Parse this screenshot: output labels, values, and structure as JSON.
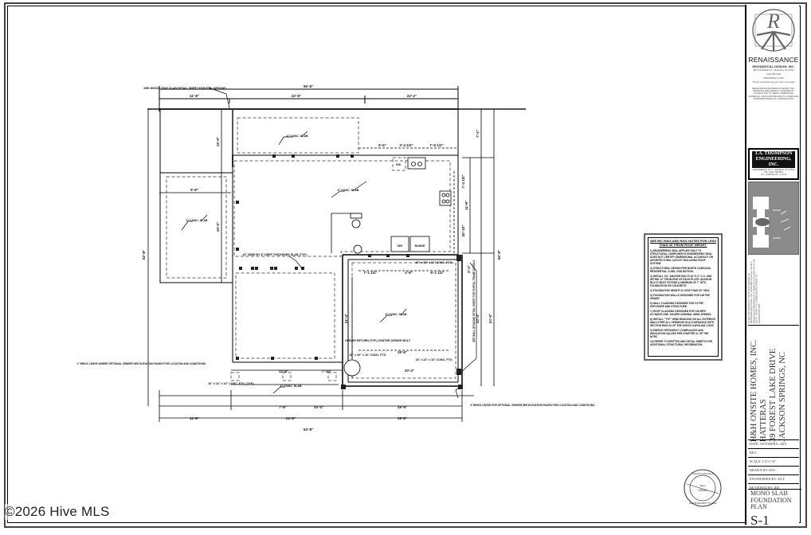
{
  "sheet": {
    "watermark": "©2026 Hive MLS",
    "scale": "SCALE: 1/4\"=1'-0\""
  },
  "title_block": {
    "firm_name": "RENAISSANCE",
    "firm_sub": "RESIDENTIAL DESIGN, INC.",
    "firm_address": "4874 OCONNOR CT. • RALEIGH, NC 27612",
    "firm_phone": "(919) 386-1198",
    "firm_web": "WWW.RRDLLC.COM",
    "firm_tagline": "\"The art of transforming your vision into reality\"",
    "firm_disclaimer": "RENAISSANCE RESIDENTIAL DESIGN, INC. DRAWINGS ARE SUBJECT TO REVIEW BY CONTRACTOR TO VERIFY DIMENSIONS, MATERIALS, AND CONFORMANCE TO CODES AND STANDARDS PRIOR TO CONSTRUCTION.",
    "engineer_name": "J.A. THOMPSON ENGINEERING, INC.",
    "engineer_address": "ENGINEERING PLLC • RALEIGH, NC 27603",
    "engineer_phone": "TEL: (919) 788-0911",
    "engineer_license": "N.C. LICENSE NO.: C-2733",
    "builder_logo": "H&H HOMES",
    "side_notes": "STEEL PROPERTIES: ASTM A615 GRADE 60 REINFORCING STEEL. ALL CONCRETE SHALL HAVE A MINIMUM COMPRESSIVE STRENGTH OF 3000 PSI AT 28 DAYS. VERIFY ALL DIMENSIONS PRIOR TO CONSTRUCTION.",
    "client": "H&H ONSITE HOMES, INC.",
    "model": "HATTERAS",
    "address": "39 FOREST LAKE DRIVE",
    "city": "JACKSON SPRINGS, NC",
    "rows": [
      "DATE: OCTOBER 8, 2019",
      "REV.:",
      "SCALE: 1/4\"=1'-0\"",
      "DRAWN BY: RJO",
      "ENGINEERED BY: WLF",
      "REVIEWED BY: JRS"
    ],
    "sheet_title": [
      "MONO SLAB",
      "FOUNDATION",
      "PLAN"
    ],
    "sheet_number": "S-1"
  },
  "notes": {
    "heading": "SEE IRC R403 AND R301 NOTES FOR LESS THAN 30' FROM ROOF HEIGHT.",
    "items": [
      "1) ENGINEERING SEAL APPLIES ONLY TO STRUCTURAL COMPONENTS ENGINEERING SEAL DOES NOT CERTIFY DIMENSIONAL ACCURACY OR ARCHITECTURAL LAYOUT INCLUDING ROOF SYSTEM.",
      "2) STRUCTURAL DESIGN PER NORTH CAROLINA RESIDENTIAL CODE, 2018 EDITION.",
      "3) INSTALL 1/2\" ANCHOR BOLTS AT 6'-0\" O.C. AND WITHIN 12\" FROM END OF EACH PLATE. ANCHOR BOLTS MUST EXTEND A MINIMUM OF 7\" INTO FOUNDATION OR CONCRETE.",
      "4) FOUNDATION HEIGHT IS LESS THAN 30\" MAX.",
      "5) FOUNDATION WALLS DESIGNED FOR 100 PSF GRADE.",
      "6) WALL CLADDING DESIGNED FOR 24 PSF EXPOSURE AND STRUCTURE.",
      "7) ROOF CLADDING DESIGNED FOR 130 MPH ULTIMATE AND 100 MPH NOMINAL WIND SPEEDS.",
      "8) INSTALL \"TYP\" WIND BRACING ON ALL EXTERIOR WALLS PER ALL OPENINGS IN ACCORDANCE WITH SECTION R602.10 OF THE NORTH CAROLINA CODE.",
      "9) ENERGY EFFICIENCY COMPLIANCE AND INSULATION VALUES PER CHAPTER 11 OF THE NCRC.",
      "10) REFER TO WRITTEN AND DETAIL SHEETS FOR ADDITIONAL STRUCTURAL INFORMATION."
    ]
  },
  "seal": {
    "state": "NORTH CAROLINA",
    "type": "PROFESSIONAL ENGINEER",
    "seal_label": "SEAL",
    "number": "038461",
    "name": "JACOB ERNEST TUTTLE"
  },
  "plan": {
    "labels": {
      "see_slab_detail": "SEE MONOLITHIC SLAB DETAIL SHEET FOR FDN. OPTIONS",
      "conc_slab": "4\" CONC. SLAB",
      "thickened_slab": "16\" WIDE BY 8\" DEEP THICKENED SLAB (TYP.)",
      "wh": "WH",
      "range": "RANGE",
      "dw": "DW",
      "ftg_30": "30\" x 30\" x 10\" CONC. FTG.",
      "ftg_24": "24\" x 24\" x 10\" CONC. FTG.",
      "ftg_typ": "16\" x 16\" x 10\" CONC. FTG. (TYP.)",
      "girder": "GIRDER RETURN (TYP.) CENTER GIRDER BOLT",
      "brick_ledge_left": "4\" BRICK LEDGE WHERE OPTIONAL VENEER SEE ELEVATION PAGES FOR LOCATION AND CONDITIONS",
      "brick_ledge_right": "4\" BRICK LEDGE FOR OPTIONAL VENEER SEE ELEVATION PAGES FOR LOCATION AND CONDITIONS",
      "wall_bracing": "SEE WALL BRACING DETAIL SHEET FOR PORTAL FRAME DETAILS"
    },
    "dimensions": {
      "overall_top": "56'-8\"",
      "top_left": "11'-8\"",
      "top_mid": "22'-8\"",
      "top_right": "22'-2\"",
      "sub_a": "5'-6\"",
      "sub_b": "3'-4 1/2\"",
      "sub_c": "7'-5 1/2\"",
      "left_wing": "9'-8\"",
      "left_overall": "52'-8\"",
      "left_upper": "15'-0\"",
      "left_mid": "15'-0\"",
      "garage_a": "7'-1 1/2\"",
      "garage_b": "3'-8\"",
      "garage_c": "6'-1 1/2\"",
      "garage_w": "19'-8\"",
      "garage_inner": "20'-2\"",
      "garage_depth": "21'-4\"",
      "right_overall": "56'-8\"",
      "right_a": "7'-4\"",
      "right_b": "11'-8\"",
      "right_c": "7'-4 1/2\"",
      "right_d": "20'-10\"",
      "right_e": "2'-4\"",
      "right_f": "24'-0\"",
      "right_g": "33'-4\"",
      "porch_a": "12'-8\"",
      "porch_b": "7'-10\"",
      "bottom_a": "7'-8\"",
      "bottom_b": "10'-4\"",
      "bottom_left": "11'-8\"",
      "bottom_mid": "21'-8\"",
      "bottom_right": "19'-8\"",
      "bottom_right2": "19'-8\"",
      "bottom_overall": "53'-8\""
    }
  }
}
